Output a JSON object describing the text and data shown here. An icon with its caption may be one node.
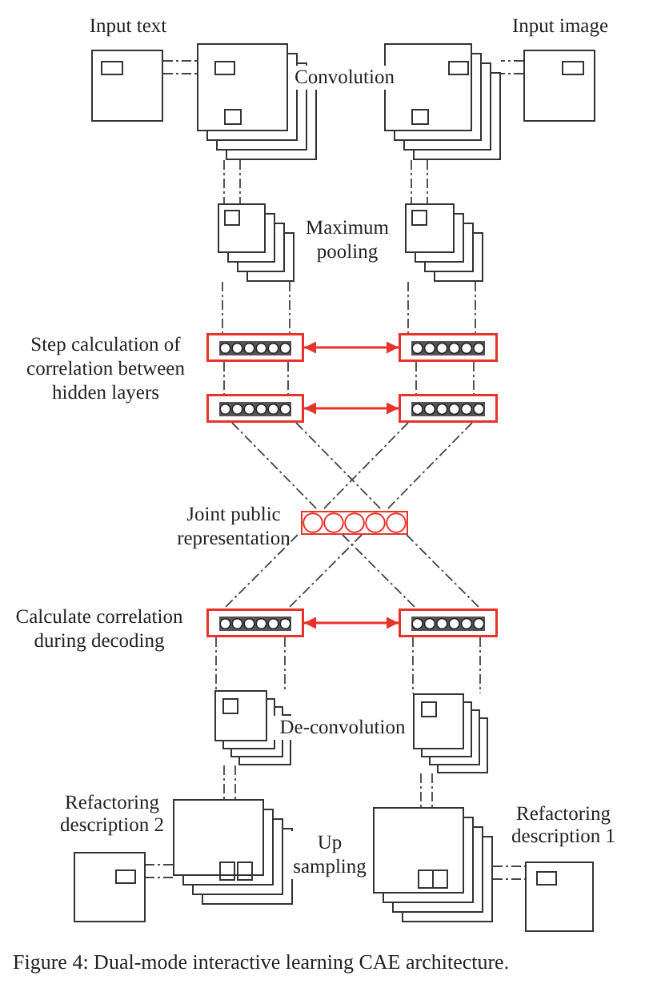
{
  "diagram": {
    "caption": "Figure 4: Dual-mode interactive learning CAE architecture.",
    "nodes": [
      {
        "text": [
          "Input text"
        ]
      },
      {
        "text": [
          "Input image"
        ]
      },
      {
        "text": [],
        "shape": "box"
      },
      {
        "text": [],
        "shape": "box"
      },
      {
        "text": [],
        "shape": "box"
      },
      {
        "text": [],
        "shape": "box"
      },
      {
        "text": [],
        "shape": "bar"
      },
      {
        "text": [],
        "shape": "bar"
      },
      {
        "text": [],
        "shape": "bar"
      },
      {
        "text": [],
        "shape": "bar"
      },
      {
        "text": [],
        "shape": "bar",
        "beside": [
          "Joint public representation"
        ]
      },
      {
        "text": [],
        "shape": "bar"
      },
      {
        "text": [],
        "shape": "bar"
      },
      {
        "text": [],
        "shape": "box"
      },
      {
        "text": [],
        "shape": "box"
      },
      {
        "text": [],
        "shape": "box"
      },
      {
        "text": [],
        "shape": "box"
      },
      {
        "text": [
          "Refactoring description 2"
        ]
      },
      {
        "text": [
          "Refactoring description 1"
        ]
      }
    ],
    "edges": [
      {
        "from": 0,
        "to": 2,
        "arrow": "none",
        "style": "dashed"
      },
      {
        "from": 0,
        "to": 2,
        "arrow": "none",
        "style": "dashed"
      },
      {
        "from": 1,
        "to": 3,
        "arrow": "none",
        "style": "dashed"
      },
      {
        "from": 1,
        "to": 3,
        "arrow": "none",
        "style": "dashed"
      },
      {
        "from": 2,
        "to": 4,
        "arrow": "none",
        "style": "dashed"
      },
      {
        "from": 2,
        "to": 4,
        "arrow": "none",
        "style": "dashed"
      },
      {
        "from": 3,
        "to": 5,
        "arrow": "none",
        "style": "dashed"
      },
      {
        "from": 3,
        "to": 5,
        "arrow": "none",
        "style": "dashed"
      },
      {
        "from": 4,
        "to": 6,
        "arrow": "none",
        "style": "dashed"
      },
      {
        "from": 4,
        "to": 6,
        "arrow": "none",
        "style": "dashed"
      },
      {
        "from": 5,
        "to": 7,
        "arrow": "none",
        "style": "dashed"
      },
      {
        "from": 5,
        "to": 7,
        "arrow": "none",
        "style": "dashed"
      },
      {
        "from": 6,
        "to": 7,
        "arrow": "both",
        "color": "#e8332a"
      },
      {
        "from": 6,
        "to": 8,
        "arrow": "none",
        "style": "dashed"
      },
      {
        "from": 6,
        "to": 8,
        "arrow": "none",
        "style": "dashed"
      },
      {
        "from": 7,
        "to": 9,
        "arrow": "none",
        "style": "dashed"
      },
      {
        "from": 7,
        "to": 9,
        "arrow": "none",
        "style": "dashed"
      },
      {
        "from": 8,
        "to": 9,
        "arrow": "both",
        "color": "#e8332a"
      },
      {
        "from": 8,
        "to": 10,
        "arrow": "none",
        "style": "dashed"
      },
      {
        "from": 8,
        "to": 10,
        "arrow": "none",
        "style": "dashed"
      },
      {
        "from": 9,
        "to": 10,
        "arrow": "none",
        "style": "dashed"
      },
      {
        "from": 9,
        "to": 10,
        "arrow": "none",
        "style": "dashed"
      },
      {
        "from": 10,
        "to": 11,
        "arrow": "none",
        "style": "dashed"
      },
      {
        "from": 10,
        "to": 11,
        "arrow": "none",
        "style": "dashed"
      },
      {
        "from": 10,
        "to": 12,
        "arrow": "none",
        "style": "dashed"
      },
      {
        "from": 10,
        "to": 12,
        "arrow": "none",
        "style": "dashed"
      },
      {
        "from": 11,
        "to": 12,
        "arrow": "both",
        "color": "#e8332a"
      },
      {
        "from": 11,
        "to": 13,
        "arrow": "none",
        "style": "dashed"
      },
      {
        "from": 11,
        "to": 13,
        "arrow": "none",
        "style": "dashed"
      },
      {
        "from": 12,
        "to": 14,
        "arrow": "none",
        "style": "dashed"
      },
      {
        "from": 12,
        "to": 14,
        "arrow": "none",
        "style": "dashed"
      },
      {
        "from": 13,
        "to": 15,
        "arrow": "none",
        "style": "dashed"
      },
      {
        "from": 13,
        "to": 15,
        "arrow": "none",
        "style": "dashed"
      },
      {
        "from": 14,
        "to": 16,
        "arrow": "none",
        "style": "dashed"
      },
      {
        "from": 14,
        "to": 16,
        "arrow": "none",
        "style": "dashed"
      },
      {
        "from": 15,
        "to": 17,
        "arrow": "none",
        "style": "dashed"
      },
      {
        "from": 15,
        "to": 17,
        "arrow": "none",
        "style": "dashed"
      },
      {
        "from": 16,
        "to": 18,
        "arrow": "none",
        "style": "dashed"
      },
      {
        "from": 16,
        "to": 18,
        "arrow": "none",
        "style": "dashed"
      }
    ],
    "labels": [
      "Convolution",
      "Maximum pooling",
      "Step calculation of correlation between hidden layers",
      "Calculate correlation during decoding",
      "De-convolution",
      "Up sampling"
    ]
  }
}
